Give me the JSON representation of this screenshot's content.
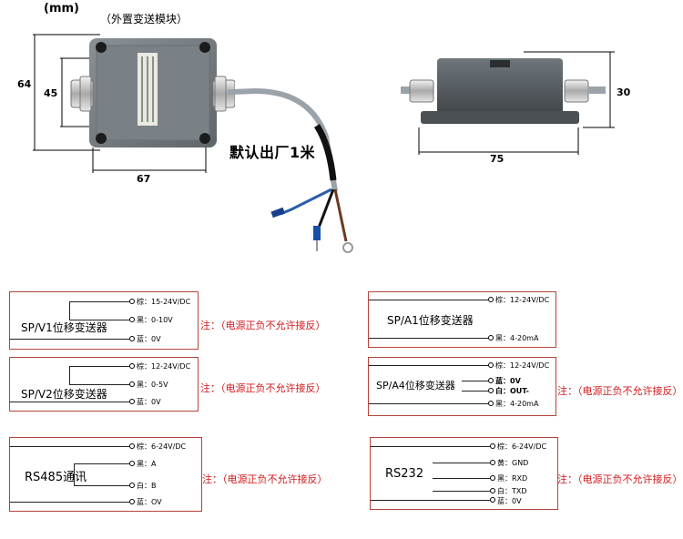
{
  "header": {
    "unit": "(mm)",
    "subtitle": "（外置变送模块）"
  },
  "dimensions": {
    "h_total": "64",
    "h_inner": "45",
    "w_front": "67",
    "w_side": "75",
    "h_side": "30"
  },
  "cable_note": "默认出厂1米",
  "warning_text": "注：（电源正负不允许接反）",
  "modules": [
    {
      "title": "SP/V1位移变送器",
      "wires": [
        "棕：15-24V/DC",
        "黑：0-10V",
        "蓝：0V"
      ]
    },
    {
      "title": "SP/V2位移变送器",
      "wires": [
        "棕：12-24V/DC",
        "黑：0-5V",
        "蓝：0V"
      ]
    },
    {
      "title": "RS485通讯",
      "wires": [
        "棕：6-24V/DC",
        "黑：A",
        "白：B",
        "蓝：OV"
      ]
    },
    {
      "title": "SP/A1位移变送器",
      "wires": [
        "棕：12-24V/DC",
        "黑：4-20mA"
      ]
    },
    {
      "title": "SP/A4位移变送器",
      "wires": [
        "棕：12-24V/DC",
        "蓝：0V",
        "白：OUT-",
        "黑：4-20mA"
      ]
    },
    {
      "title": "RS232",
      "wires": [
        "棕：6-24V/DC",
        "黄：GND",
        "黑：RXD",
        "白：TXD",
        "蓝：0V"
      ]
    }
  ],
  "colors": {
    "box_border": "#b5453a",
    "warning": "#d1191c",
    "housing": "#737a80"
  }
}
